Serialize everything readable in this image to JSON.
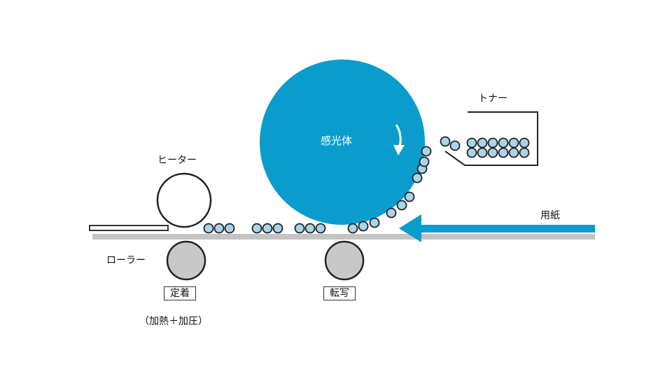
{
  "labels": {
    "drum": "感光体",
    "toner": "トナー",
    "heater": "ヒーター",
    "roller": "ローラー",
    "paper": "用紙",
    "fixing": "定着",
    "fixing_note": "（加熱＋加圧）",
    "transfer": "転写"
  },
  "colors": {
    "drum": "#0a9ccd",
    "paper_arrow": "#0a9ccd",
    "toner_particle": "#a9d4ea",
    "roller": "#c8c8c8",
    "paper_line": "#c4c4c4"
  }
}
